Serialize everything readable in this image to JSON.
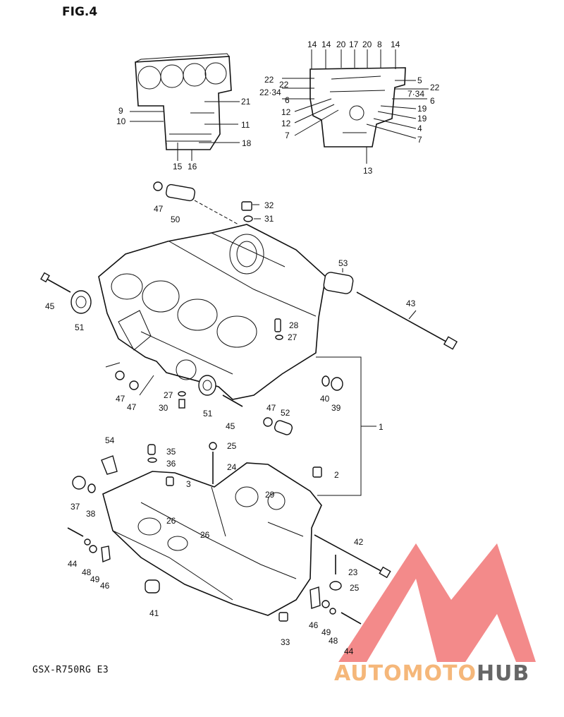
{
  "figure_title": "FIG.4",
  "model_caption": "GSX-R750RG E3",
  "watermark": {
    "text_colored": "AUTOMOTO",
    "text_gray": "HUB",
    "logo_color": "#f07070",
    "text_color": "#f5b77a",
    "gray_color": "#666666"
  },
  "callouts": [
    {
      "id": "c14a",
      "text": "14"
    },
    {
      "id": "c14b",
      "text": "14"
    },
    {
      "id": "c20a",
      "text": "20"
    },
    {
      "id": "c17",
      "text": "17"
    },
    {
      "id": "c20b",
      "text": "20"
    },
    {
      "id": "c8",
      "text": "8"
    },
    {
      "id": "c14c",
      "text": "14"
    },
    {
      "id": "c22a",
      "text": "22"
    },
    {
      "id": "c22b",
      "text": "22"
    },
    {
      "id": "c22_34a",
      "text": "22·34"
    },
    {
      "id": "c6a",
      "text": "6"
    },
    {
      "id": "c12a",
      "text": "12"
    },
    {
      "id": "c12b",
      "text": "12"
    },
    {
      "id": "c7a",
      "text": "7"
    },
    {
      "id": "c5",
      "text": "5"
    },
    {
      "id": "c22c",
      "text": "22"
    },
    {
      "id": "c7_34",
      "text": "7·34"
    },
    {
      "id": "c6b",
      "text": "6"
    },
    {
      "id": "c19a",
      "text": "19"
    },
    {
      "id": "c19b",
      "text": "19"
    },
    {
      "id": "c4",
      "text": "4"
    },
    {
      "id": "c7b",
      "text": "7"
    },
    {
      "id": "c13",
      "text": "13"
    },
    {
      "id": "c21",
      "text": "21"
    },
    {
      "id": "c9",
      "text": "9"
    },
    {
      "id": "c10",
      "text": "10"
    },
    {
      "id": "c11",
      "text": "11"
    },
    {
      "id": "c18",
      "text": "18"
    },
    {
      "id": "c15",
      "text": "15"
    },
    {
      "id": "c16",
      "text": "16"
    },
    {
      "id": "c47a",
      "text": "47"
    },
    {
      "id": "c50",
      "text": "50"
    },
    {
      "id": "c32",
      "text": "32"
    },
    {
      "id": "c31",
      "text": "31"
    },
    {
      "id": "c53",
      "text": "53"
    },
    {
      "id": "c45a",
      "text": "45"
    },
    {
      "id": "c43",
      "text": "43"
    },
    {
      "id": "c51a",
      "text": "51"
    },
    {
      "id": "c28",
      "text": "28"
    },
    {
      "id": "c27a",
      "text": "27"
    },
    {
      "id": "c1",
      "text": "1"
    },
    {
      "id": "c47b",
      "text": "47"
    },
    {
      "id": "c47c",
      "text": "47"
    },
    {
      "id": "c27b",
      "text": "27"
    },
    {
      "id": "c30",
      "text": "30"
    },
    {
      "id": "c51b",
      "text": "51"
    },
    {
      "id": "c45b",
      "text": "45"
    },
    {
      "id": "c40",
      "text": "40"
    },
    {
      "id": "c39",
      "text": "39"
    },
    {
      "id": "c47d",
      "text": "47"
    },
    {
      "id": "c52",
      "text": "52"
    },
    {
      "id": "c54",
      "text": "54"
    },
    {
      "id": "c35",
      "text": "35"
    },
    {
      "id": "c36",
      "text": "36"
    },
    {
      "id": "c25a",
      "text": "25"
    },
    {
      "id": "c24",
      "text": "24"
    },
    {
      "id": "c2",
      "text": "2"
    },
    {
      "id": "c3",
      "text": "3"
    },
    {
      "id": "c37",
      "text": "37"
    },
    {
      "id": "c38",
      "text": "38"
    },
    {
      "id": "c29",
      "text": "29"
    },
    {
      "id": "c26a",
      "text": "26"
    },
    {
      "id": "c26b",
      "text": "26"
    },
    {
      "id": "c42",
      "text": "42"
    },
    {
      "id": "c44a",
      "text": "44"
    },
    {
      "id": "c48a",
      "text": "48"
    },
    {
      "id": "c49a",
      "text": "49"
    },
    {
      "id": "c46a",
      "text": "46"
    },
    {
      "id": "c23",
      "text": "23"
    },
    {
      "id": "c25b",
      "text": "25"
    },
    {
      "id": "c41",
      "text": "41"
    },
    {
      "id": "c46b",
      "text": "46"
    },
    {
      "id": "c49b",
      "text": "49"
    },
    {
      "id": "c48b",
      "text": "48"
    },
    {
      "id": "c44b",
      "text": "44"
    },
    {
      "id": "c33",
      "text": "33"
    }
  ]
}
